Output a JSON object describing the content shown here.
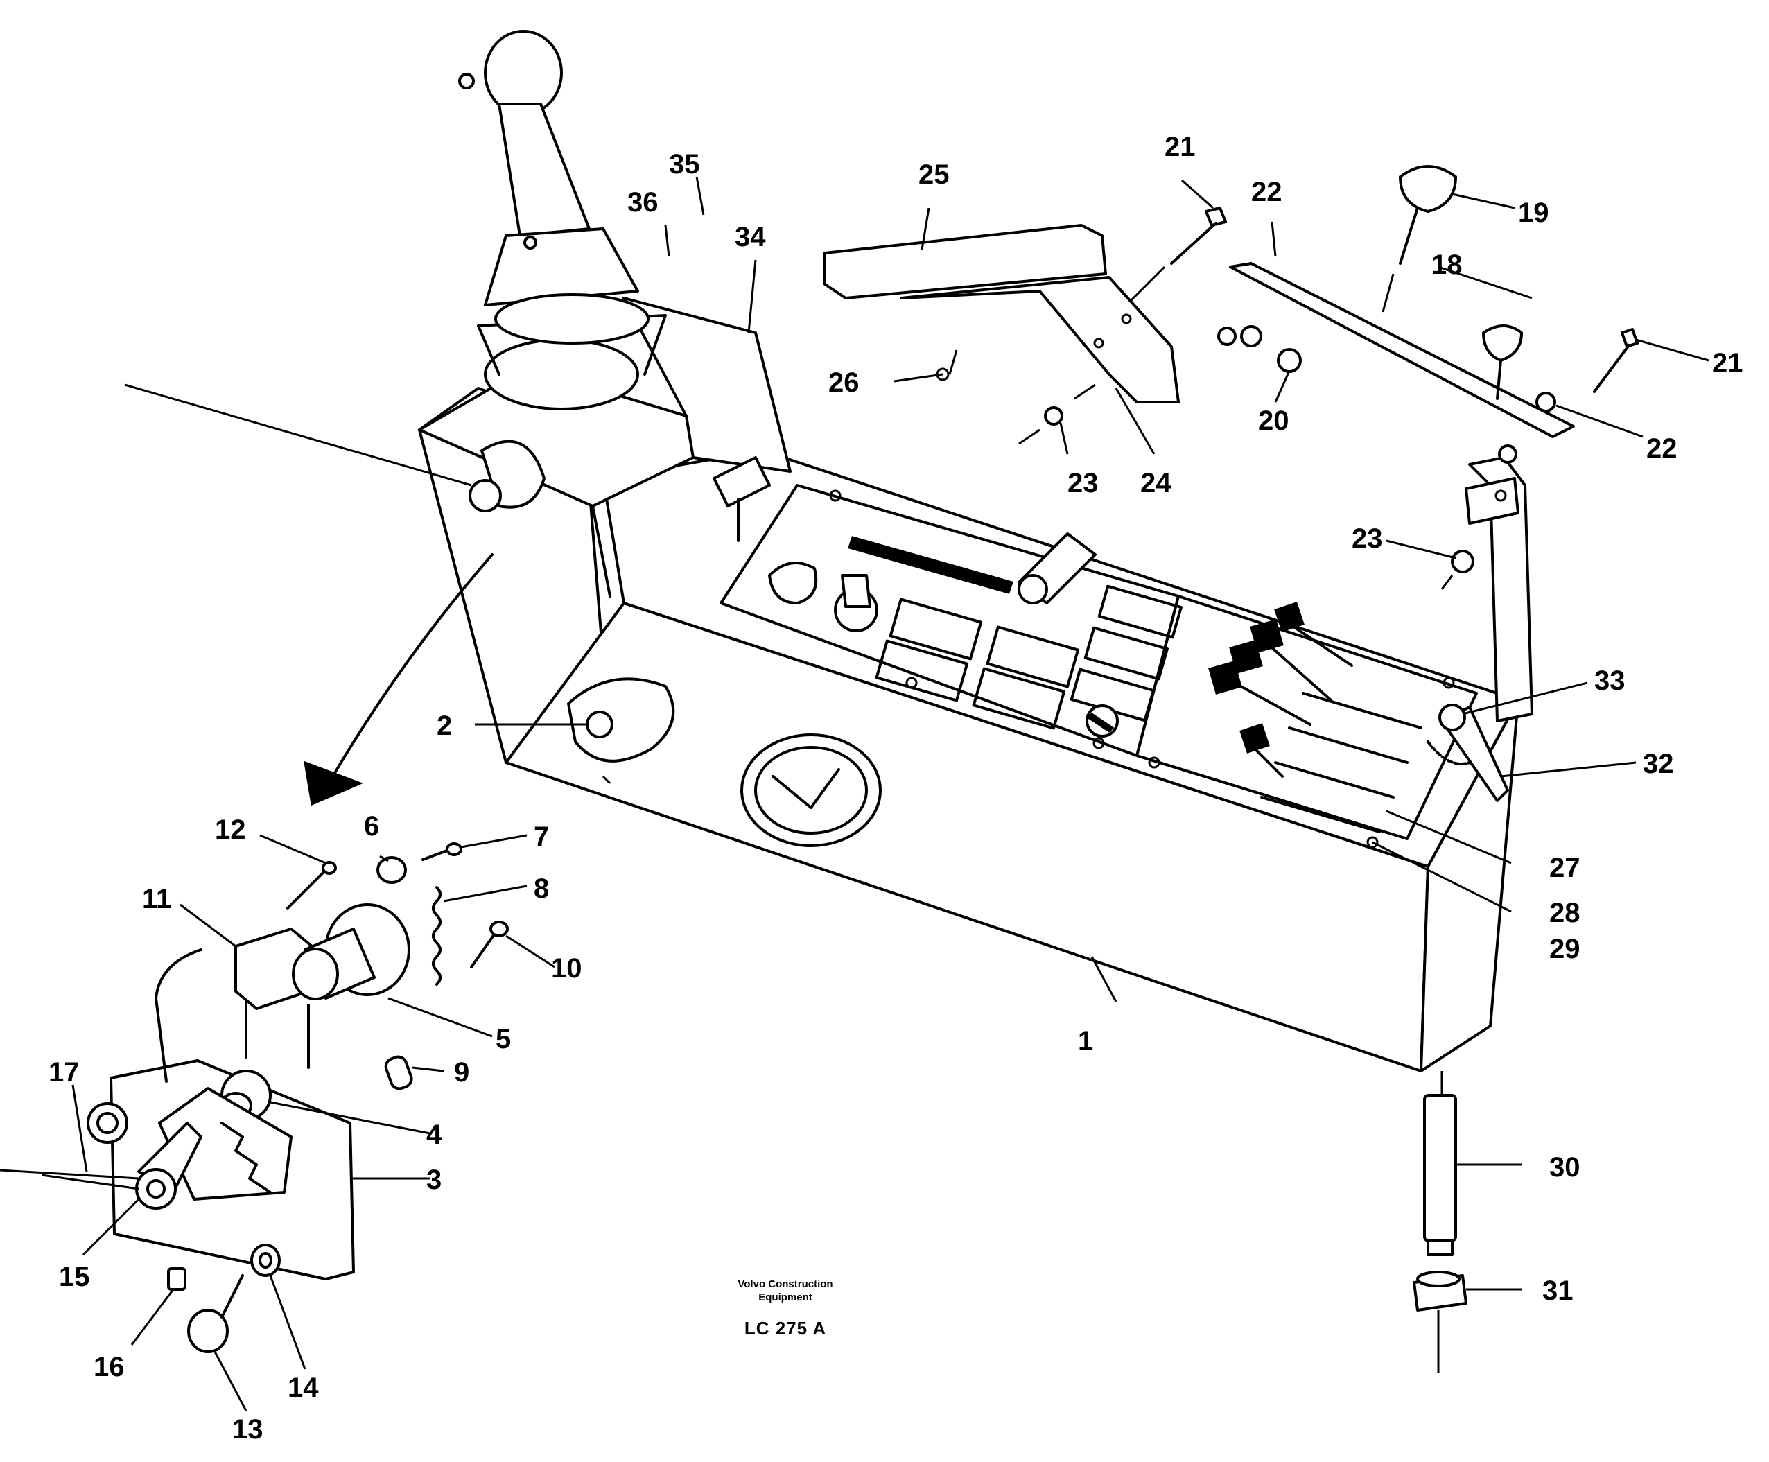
{
  "callouts": [
    "1",
    "2",
    "3",
    "4",
    "5",
    "6",
    "7",
    "8",
    "9",
    "10",
    "11",
    "12",
    "13",
    "14",
    "15",
    "16",
    "17",
    "18",
    "19",
    "20",
    "21",
    "21",
    "22",
    "22",
    "23",
    "23",
    "24",
    "25",
    "26",
    "27",
    "28",
    "29",
    "30",
    "31",
    "32",
    "33",
    "34",
    "35",
    "36"
  ],
  "caption": {
    "line1": "Volvo Construction",
    "line2": "Equipment",
    "code": "LC 275  A"
  }
}
